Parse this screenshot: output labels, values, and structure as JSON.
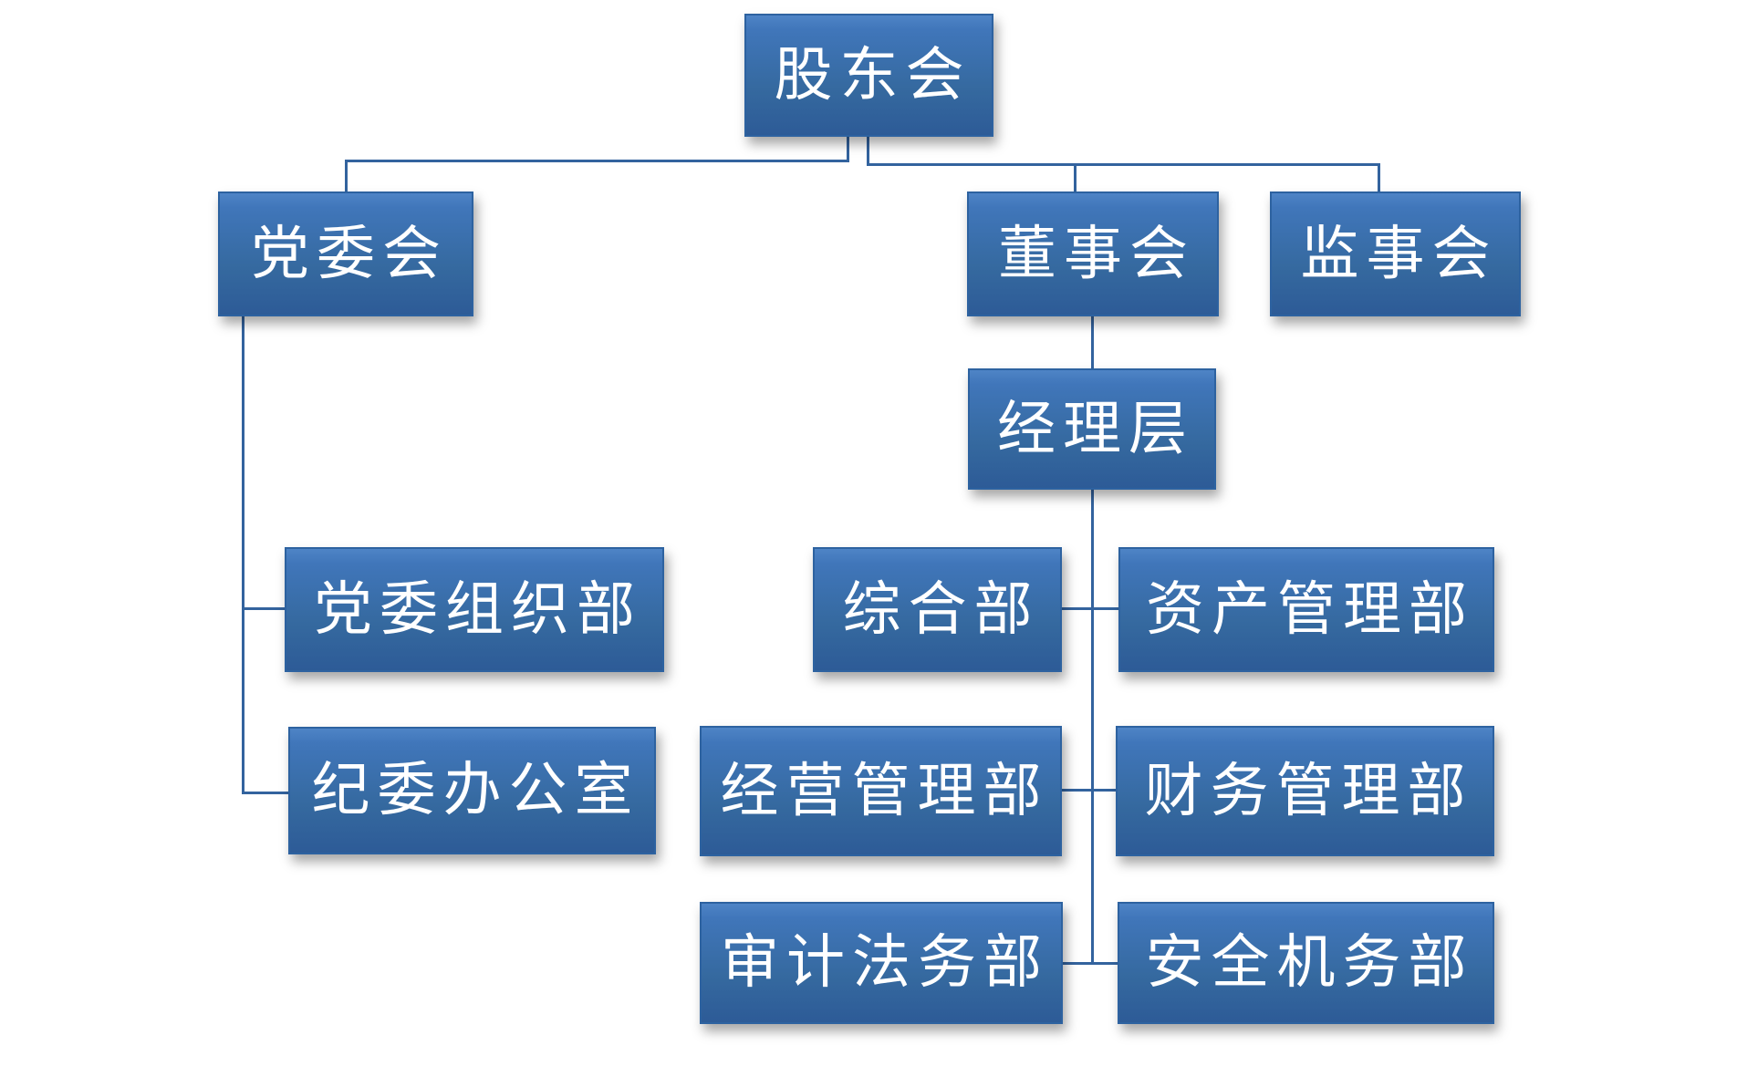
{
  "diagram": {
    "type": "org-chart",
    "background": "#ffffff",
    "colors": {
      "box_gradient_top": "#4e84c6",
      "box_gradient_bottom": "#2d5b97",
      "box_border": "#2d62a0",
      "connector": "#33639e",
      "text": "#ffffff"
    },
    "nodes": {
      "shareholders": {
        "label": "股东会"
      },
      "party_committee": {
        "label": "党委会"
      },
      "board_of_directors": {
        "label": "董事会"
      },
      "supervisory_board": {
        "label": "监事会"
      },
      "management": {
        "label": "经理层"
      },
      "party_organization_dept": {
        "label": "党委组织部"
      },
      "general_dept": {
        "label": "综合部"
      },
      "asset_management_dept": {
        "label": "资产管理部"
      },
      "discipline_office": {
        "label": "纪委办公室"
      },
      "operation_management_dept": {
        "label": "经营管理部"
      },
      "finance_management_dept": {
        "label": "财务管理部"
      },
      "audit_legal_dept": {
        "label": "审计法务部"
      },
      "safety_maintenance_dept": {
        "label": "安全机务部"
      }
    },
    "edges": [
      [
        "shareholders",
        "party_committee"
      ],
      [
        "shareholders",
        "board_of_directors"
      ],
      [
        "shareholders",
        "supervisory_board"
      ],
      [
        "board_of_directors",
        "management"
      ],
      [
        "party_committee",
        "party_organization_dept"
      ],
      [
        "party_committee",
        "discipline_office"
      ],
      [
        "management",
        "general_dept"
      ],
      [
        "management",
        "asset_management_dept"
      ],
      [
        "management",
        "operation_management_dept"
      ],
      [
        "management",
        "finance_management_dept"
      ],
      [
        "management",
        "audit_legal_dept"
      ],
      [
        "management",
        "safety_maintenance_dept"
      ]
    ]
  }
}
